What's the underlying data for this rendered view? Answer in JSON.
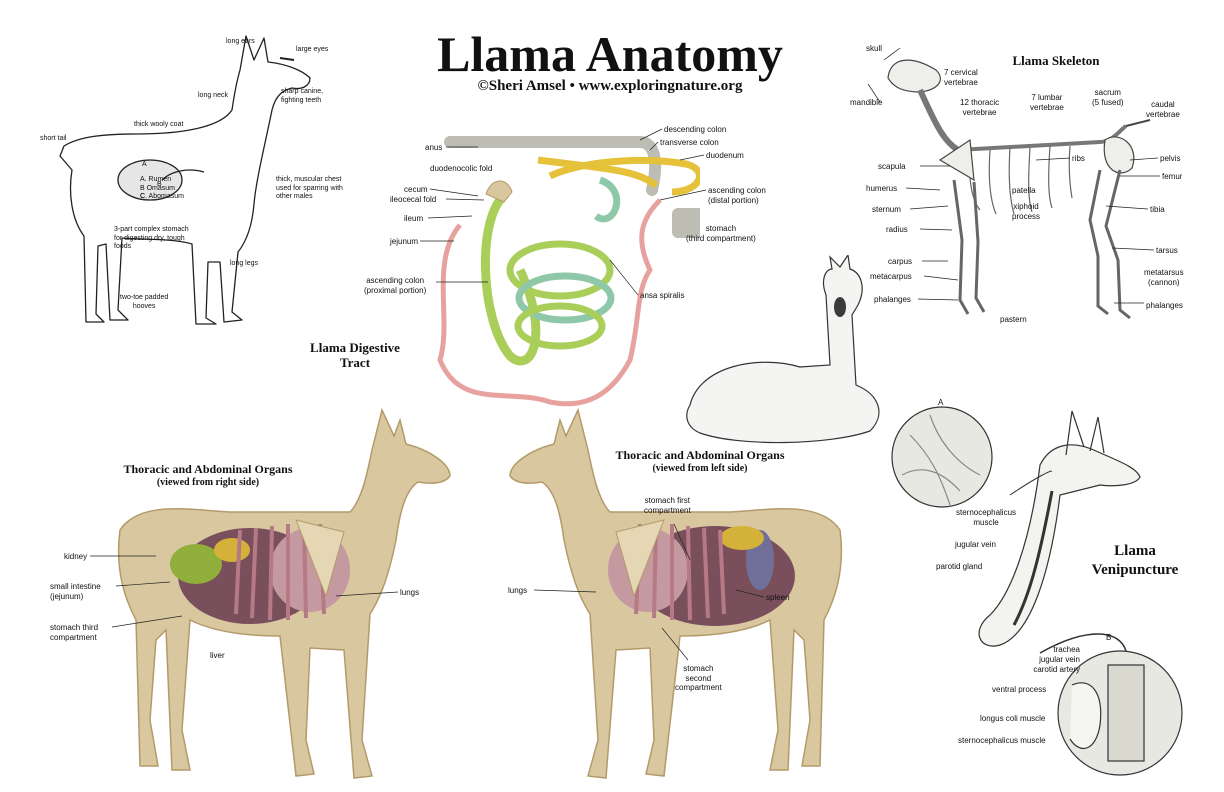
{
  "title": "Llama Anatomy",
  "subtitle": "©Sheri Amsel • www.exploringnature.org",
  "external": {
    "labels": {
      "long_ears": "long ears",
      "large_eyes": "large eyes",
      "long_neck": "long neck",
      "sharp_teeth": "sharp canine,\nfighting teeth",
      "thick_coat": "thick wooly coat",
      "short_tail": "short tail",
      "stomach_legend": "A. Rumen\nB Omasum\nC. Abomasum",
      "chest": "thick, muscular chest\nused for sparring with\nother males",
      "complex_stomach": "3-part complex stomach\nfor digesting dry, tough\nfoods",
      "long_legs": "long legs",
      "hooves": "two-toe padded\nhooves",
      "letter_a": "A",
      "letter_b": "B",
      "letter_c": "C"
    }
  },
  "digestive": {
    "heading": "Llama Digestive\nTract",
    "labels": {
      "anus": "anus",
      "descending_colon": "descending colon",
      "transverse_colon": "transverse colon",
      "duodenocolic_fold": "duodenocolic fold",
      "duodenum": "duodenum",
      "cecum": "cecum",
      "ileocecal_fold": "ileocecal fold",
      "ascending_colon_distal": "ascending colon\n(distal portion)",
      "ileum": "ileum",
      "stomach_third": "stomach\n(third compartment)",
      "jejunum": "jejunum",
      "ascending_colon_proximal": "ascending colon\n(proximal portion)",
      "ansa_spiralis": "ansa spiralis"
    }
  },
  "skeleton": {
    "heading": "Llama Skeleton",
    "labels": {
      "skull": "skull",
      "cervical": "7 cervical\nvertebrae",
      "mandible": "mandible",
      "thoracic": "12 thoracic\nvertebrae",
      "lumbar": "7 lumbar\nvertebrae",
      "sacrum": "sacrum\n(5 fused)",
      "caudal": "caudal\nvertebrae",
      "scapula": "scapula",
      "ribs": "ribs",
      "pelvis": "pelvis",
      "humerus": "humerus",
      "patella": "patella",
      "femur": "femur",
      "sternum": "sternum",
      "xiphoid": "xiphoid\nprocess",
      "tibia": "tibia",
      "radius": "radius",
      "tarsus": "tarsus",
      "carpus": "carpus",
      "metatarsus": "metatarsus\n(cannon)",
      "metacarpus": "metacarpus",
      "phalanges_front": "phalanges",
      "phalanges_hind": "phalanges",
      "pastern": "pastern"
    }
  },
  "organs_right": {
    "heading": "Thoracic and Abdominal Organs",
    "subheading": "(viewed from right side)",
    "labels": {
      "kidney": "kidney",
      "small_intestine": "small intestine\n(jejunum)",
      "stomach_third": "stomach third\ncompartment",
      "lungs": "lungs",
      "liver": "liver"
    }
  },
  "organs_left": {
    "heading": "Thoracic and Abdominal Organs",
    "subheading": "(viewed from left side)",
    "labels": {
      "stomach_first": "stomach first\ncompartment",
      "lungs": "lungs",
      "spleen": "spleen",
      "stomach_second": "stomach\nsecond\ncompartment"
    }
  },
  "venipuncture": {
    "heading": "Llama\nVenipuncture",
    "labels": {
      "circle_a": "A",
      "circle_b": "B",
      "sternocephalicus": "sternocephalicus\nmuscle",
      "jugular_vein": "jugular vein",
      "parotid_gland": "parotid gland",
      "trachea": "trachea",
      "jugular_vein_b": "jugular vein",
      "carotid_artery": "carotid artery",
      "ventral_process": "ventral process",
      "longus_coli": "longus coli muscle",
      "sternocephalicus_b": "sternocephalicus muscle"
    }
  },
  "colors": {
    "bone": "#d9c7a0",
    "bone_dark": "#b49a6b",
    "intestine_green": "#a9cf5a",
    "intestine_teal": "#8fc8a8",
    "colon_yellow": "#e6c23a",
    "colon_pink": "#e7a2a0",
    "stomach_grey": "#bdbdb4",
    "rib_pink": "#b57a86",
    "stomach_purple": "#7a4f5c",
    "lung_mauve": "#c49aa0"
  }
}
